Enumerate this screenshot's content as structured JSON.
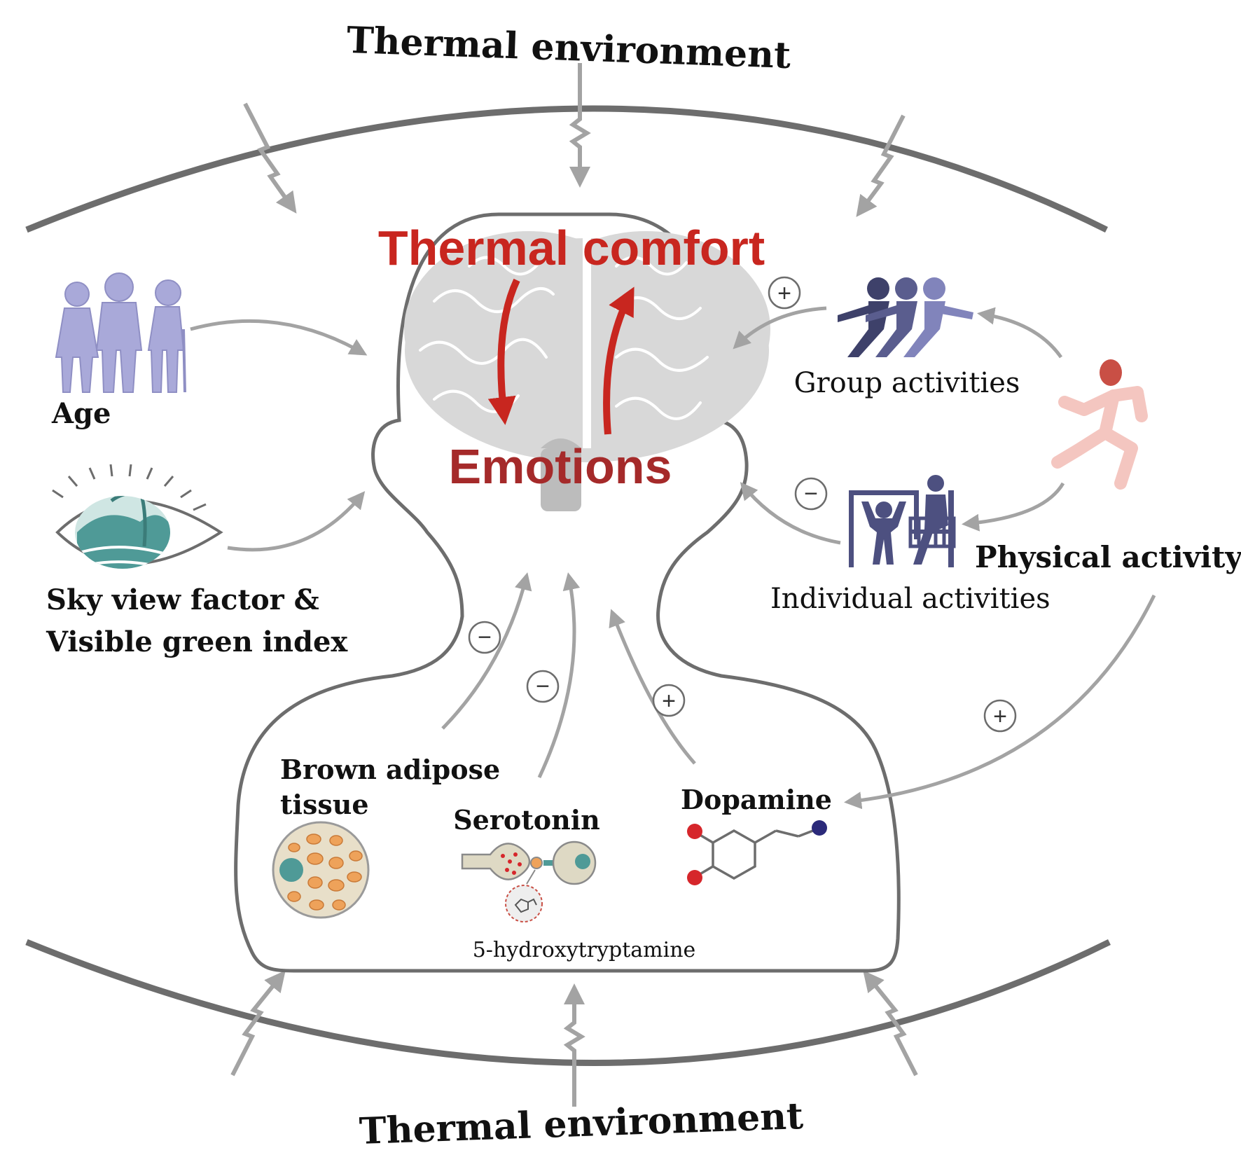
{
  "labels": {
    "thermal_env_top": "Thermal environment",
    "thermal_env_bottom": "Thermal environment",
    "thermal_comfort": "Thermal comfort",
    "emotions": "Emotions",
    "age": "Age",
    "sky_view_line1": "Sky view factor &",
    "sky_view_line2": "Visible green index",
    "group_activities": "Group activities",
    "individual_activities": "Individual  activities",
    "physical_activity": "Physical activity",
    "brown_adipose_line1": "Brown adipose",
    "brown_adipose_line2": "tissue",
    "serotonin": "Serotonin",
    "serotonin_sub": "5-hydroxytryptamine",
    "dopamine": "Dopamine"
  },
  "signs": {
    "group_to_head": "+",
    "individual_to_head": "−",
    "brown_adipose_to_head": "−",
    "serotonin_to_head": "−",
    "dopamine_to_head": "+",
    "physical_to_dopamine": "+"
  },
  "colors": {
    "outline": "#6d6d6d",
    "arrow": "#a3a3a3",
    "accent_red": "#c8261f",
    "label_dark": "#111111",
    "people_lavender": "#a9a9d9",
    "group_navy": "#3e416a",
    "teal": "#4f9a97",
    "orange": "#eea25a",
    "runner_pink": "#f4c6c0",
    "molecule_red": "#d6262b",
    "molecule_blue": "#2b2a7a"
  }
}
